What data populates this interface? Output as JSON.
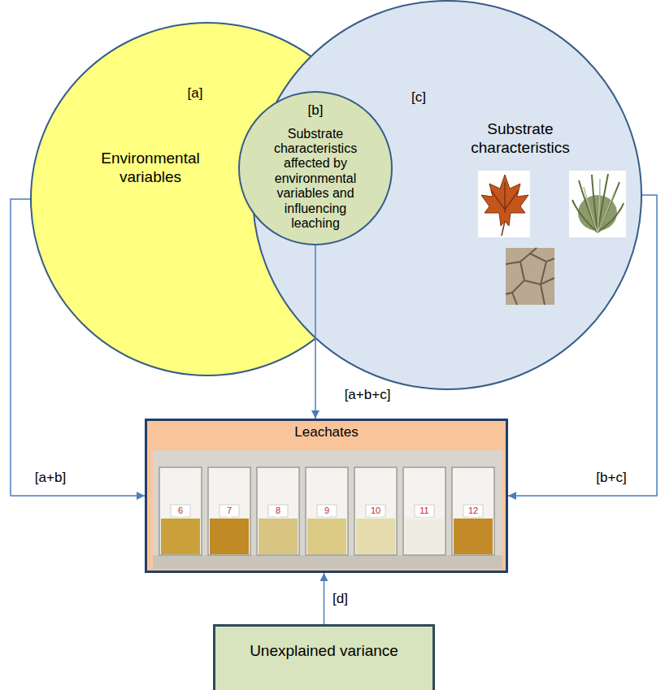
{
  "diagram": {
    "nodes": [
      {
        "text": [
          "[a]",
          "Environmental variables"
        ]
      },
      {
        "text": [
          "[b]",
          "Substrate characteristics affected by environmental variables and influencing leaching"
        ],
        "in": 0
      },
      {
        "text": [
          "[c]",
          "Substrate characteristics"
        ]
      },
      {
        "text": [
          "Leachates"
        ]
      },
      {
        "text": [
          "Unexplained variance"
        ]
      }
    ],
    "edges": [
      {
        "from": 0,
        "to": 3,
        "arrow": "to",
        "label": "[a+b]"
      },
      {
        "from": 1,
        "to": 3,
        "arrow": "to",
        "label": "[a+b+c]"
      },
      {
        "from": 2,
        "to": 3,
        "arrow": "to",
        "label": "[b+c]"
      },
      {
        "from": 4,
        "to": 3,
        "arrow": "to",
        "label": "[d]"
      }
    ],
    "labels": [
      "6",
      "7",
      "8",
      "9",
      "10",
      "11",
      "12"
    ]
  }
}
